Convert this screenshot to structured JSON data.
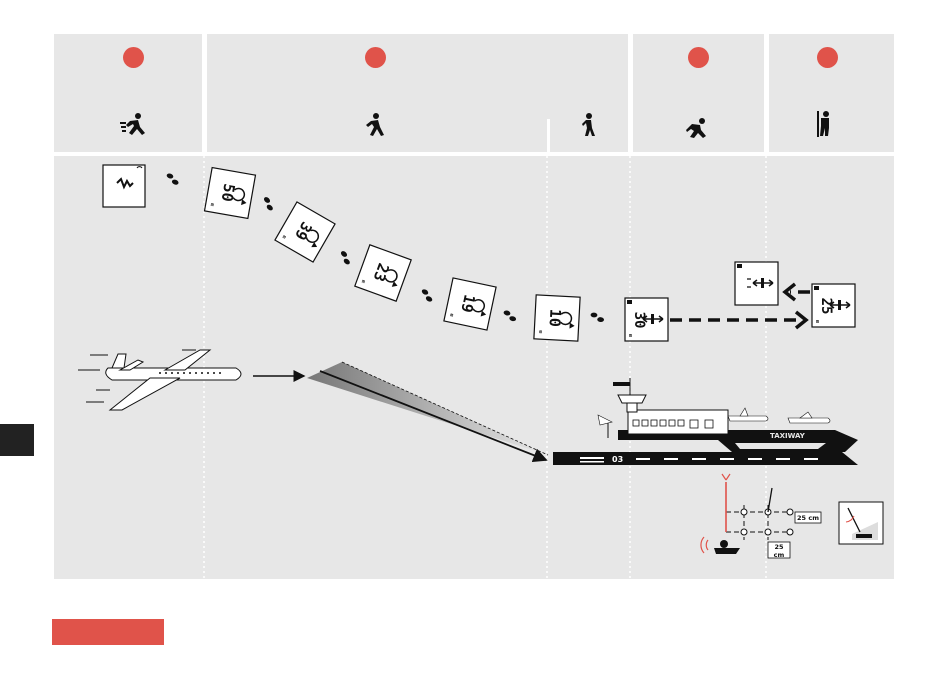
{
  "colors": {
    "accent": "#e0534a",
    "panel": "#e7e7e7",
    "ink": "#111111",
    "side_tab": "#222222"
  },
  "stages": [
    {
      "name": "running",
      "icon": "runner-icon"
    },
    {
      "name": "walking",
      "icon": "walker-icon"
    },
    {
      "name": "slow-walking",
      "icon": "slow-walker-icon"
    },
    {
      "name": "crouching",
      "icon": "crouching-person-icon"
    },
    {
      "name": "standing-with-probe",
      "icon": "person-with-probe-icon"
    }
  ],
  "displays": {
    "signal": "",
    "d1": "50",
    "d2": "39",
    "d3": "23",
    "d4": "19",
    "d5": "10",
    "d6": "30",
    "d7": "",
    "d8": "25",
    "unit": "m"
  },
  "airport": {
    "runway_label": "03",
    "taxiway_label": "TAXIWAY"
  },
  "probe_grid": {
    "spacing_h": "25 cm",
    "spacing_v_top": "25",
    "spacing_v_bottom": "cm"
  }
}
